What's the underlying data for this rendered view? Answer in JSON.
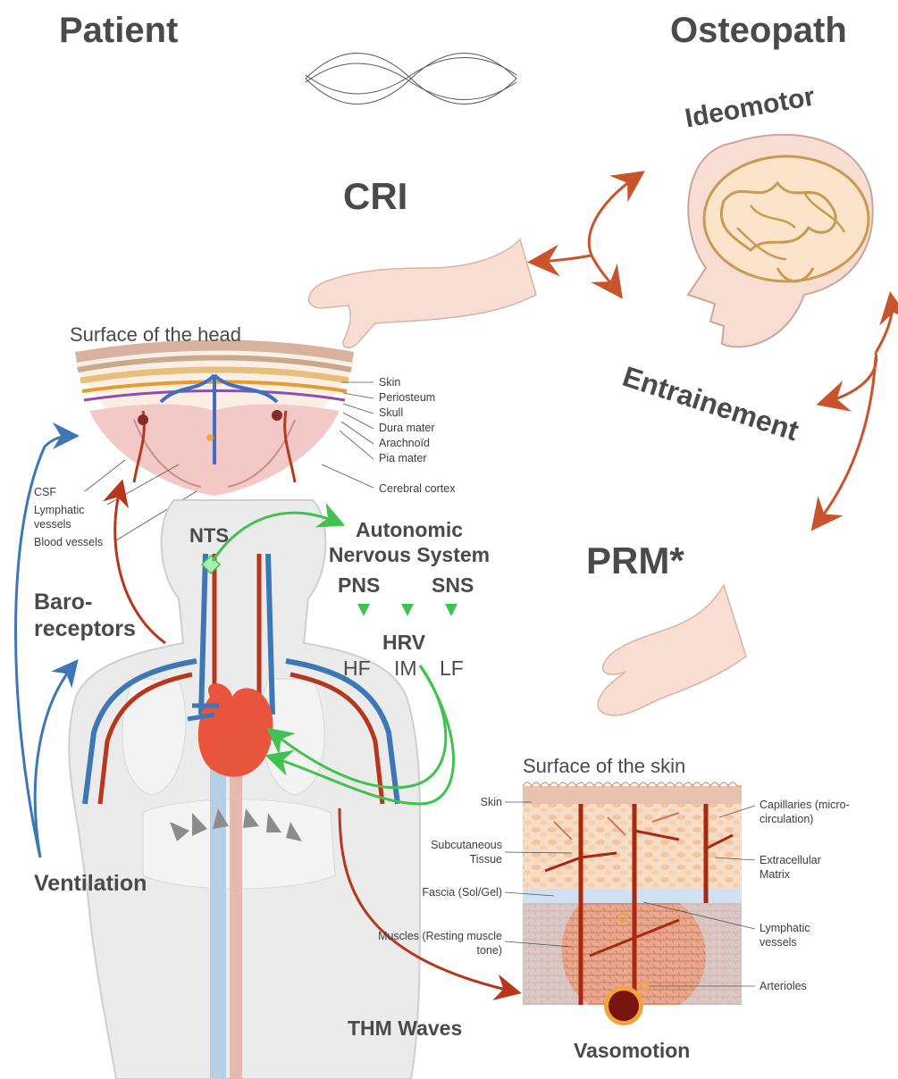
{
  "headers": {
    "patient": "Patient",
    "osteopath": "Osteopath"
  },
  "cycle": {
    "cri": "CRI",
    "ideomotor": "Ideomotor",
    "entrainement": "Entrainement",
    "prm": "PRM*"
  },
  "head_section": {
    "title": "Surface of the head",
    "layers": [
      "Skin",
      "Periosteum",
      "Skull",
      "Dura mater",
      "Arachnoïd",
      "Pia mater",
      "Cerebral cortex"
    ],
    "left_labels": {
      "csf": "CSF",
      "lymphatic": "Lymphatic vessels",
      "blood": "Blood vessels"
    }
  },
  "body": {
    "nts": "NTS",
    "baroreceptors_line1": "Baro-",
    "baroreceptors_line2": "receptors",
    "ventilation": "Ventilation",
    "thm": "THM Waves"
  },
  "ans": {
    "line1": "Autonomic",
    "line2": "Nervous System",
    "pns": "PNS",
    "sns": "SNS",
    "hrv": "HRV",
    "hf": "HF",
    "im": "IM",
    "lf": "LF"
  },
  "skin_section": {
    "title": "Surface of the skin",
    "left_labels": {
      "skin": "Skin",
      "subcutaneous": "Subcutaneous Tissue",
      "fascia": "Fascia (Sol/Gel)",
      "muscles": "Muscles (Resting muscle tone)"
    },
    "right_labels": {
      "capillaries": "Capillaries (micro-circulation)",
      "ecm": "Extracellular Matrix",
      "lymphatic": "Lymphatic vessels",
      "arterioles": "Arterioles"
    },
    "footer": "Vasomotion"
  },
  "colors": {
    "red_arrow": "#b8361c",
    "blue_arrow": "#3d78b5",
    "green_arrow": "#3fc24f",
    "orange_arrow": "#c9542b",
    "skin_tone": "#f8ddd2",
    "heart": "#e8553c"
  }
}
